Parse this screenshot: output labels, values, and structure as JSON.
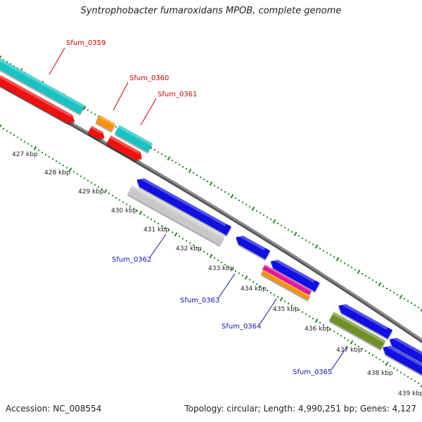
{
  "title": "Syntrophobacter fumaroxidans MPOB, complete genome",
  "footer": {
    "accession": "Accession: NC_008554",
    "summary": "Topology: circular; Length: 4,990,251 bp; Genes: 4,127"
  },
  "colors": {
    "backbone": "#8a8a8a",
    "tick": "#1f8a1f",
    "forward_label": "#cc0000",
    "reverse_label": "#1010aa",
    "cyan": "#19c3c3",
    "red": "#ee1111",
    "orange": "#f5920e",
    "blue": "#1010e0",
    "grey": "#c8c8c8",
    "magenta": "#e0179a",
    "olive": "#6f8f2a"
  },
  "kbp_labels": [
    "427 kbp",
    "428 kbp",
    "429 kbp",
    "430 kbp",
    "431 kbp",
    "432 kbp",
    "433 kbp",
    "434 kbp",
    "435 kbp",
    "436 kbp",
    "437 kbp",
    "438 kbp",
    "439 kbp"
  ],
  "gene_labels": [
    {
      "name": "Sfum_0359",
      "strand": "forward"
    },
    {
      "name": "Sfum_0360",
      "strand": "forward"
    },
    {
      "name": "Sfum_0361",
      "strand": "forward"
    },
    {
      "name": "Sfum_0362",
      "strand": "reverse"
    },
    {
      "name": "Sfum_0363",
      "strand": "reverse"
    },
    {
      "name": "Sfum_0364",
      "strand": "reverse"
    },
    {
      "name": "Sfum_0365",
      "strand": "reverse"
    }
  ]
}
